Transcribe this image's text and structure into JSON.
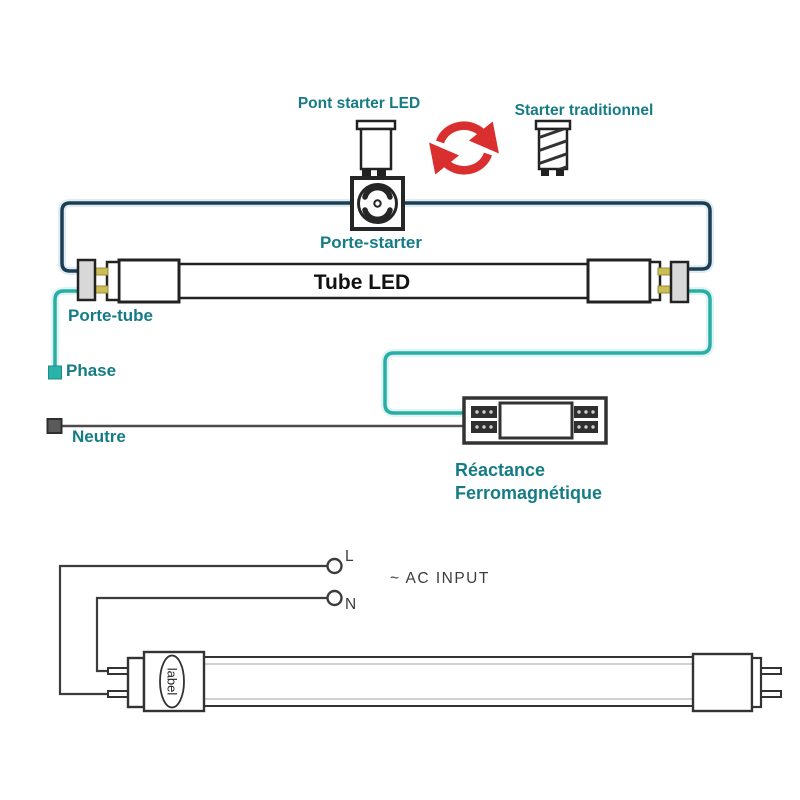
{
  "colors": {
    "teal_text": "#157c85",
    "wire_navy": "#1c3e52",
    "wire_teal": "#2aada5",
    "wire_gray": "#4b4b4b",
    "accent_red": "#d92f2f",
    "pin_yellow": "#cdbd55"
  },
  "top_diagram": {
    "pont_starter_led_label": "Pont starter LED",
    "starter_traditionnel_label": "Starter traditionnel",
    "porte_starter_label": "Porte-starter",
    "tube_led_label": "Tube LED",
    "porte_tube_label": "Porte-tube",
    "phase_label": "Phase",
    "neutre_label": "Neutre",
    "reactance_label_line1": "Réactance",
    "reactance_label_line2": "Ferromagnétique"
  },
  "bottom_diagram": {
    "l_terminal_label": "L",
    "n_terminal_label": "N",
    "ac_input_label": "~ AC INPUT",
    "tube_sticker_label": "label"
  }
}
